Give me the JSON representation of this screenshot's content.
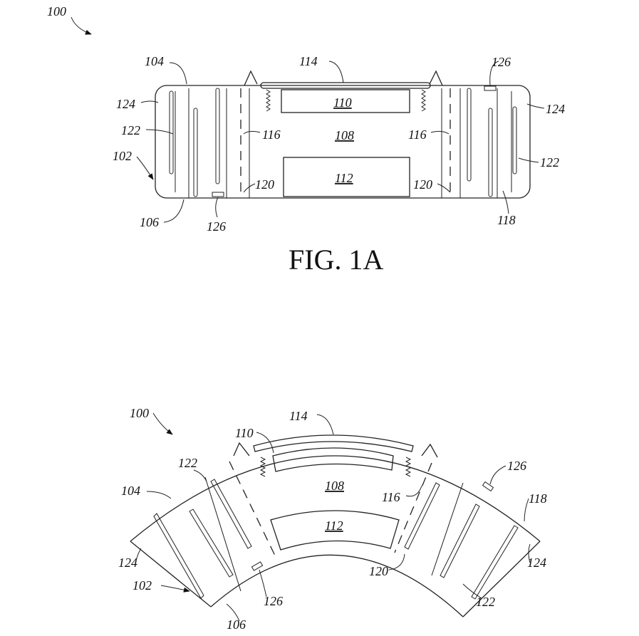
{
  "figure_1a": {
    "caption": "FIG. 1A",
    "labels": {
      "l100": "100",
      "l104": "104",
      "l124a": "124",
      "l124b": "124",
      "l122a": "122",
      "l122b": "122",
      "l102": "102",
      "l106": "106",
      "l126a": "126",
      "l126b": "126",
      "l114": "114",
      "l110": "110",
      "l108": "108",
      "l112": "112",
      "l116a": "116",
      "l116b": "116",
      "l120a": "120",
      "l120b": "120",
      "l118": "118"
    }
  },
  "figure_1b": {
    "labels": {
      "l100": "100",
      "l114": "114",
      "l110": "110",
      "l122a": "122",
      "l104": "104",
      "l108": "108",
      "l126a": "126",
      "l118": "118",
      "l116": "116",
      "l112": "112",
      "l124a": "124",
      "l124b": "124",
      "l102": "102",
      "l120": "120",
      "l126b": "126",
      "l122b": "122",
      "l106": "106"
    }
  }
}
